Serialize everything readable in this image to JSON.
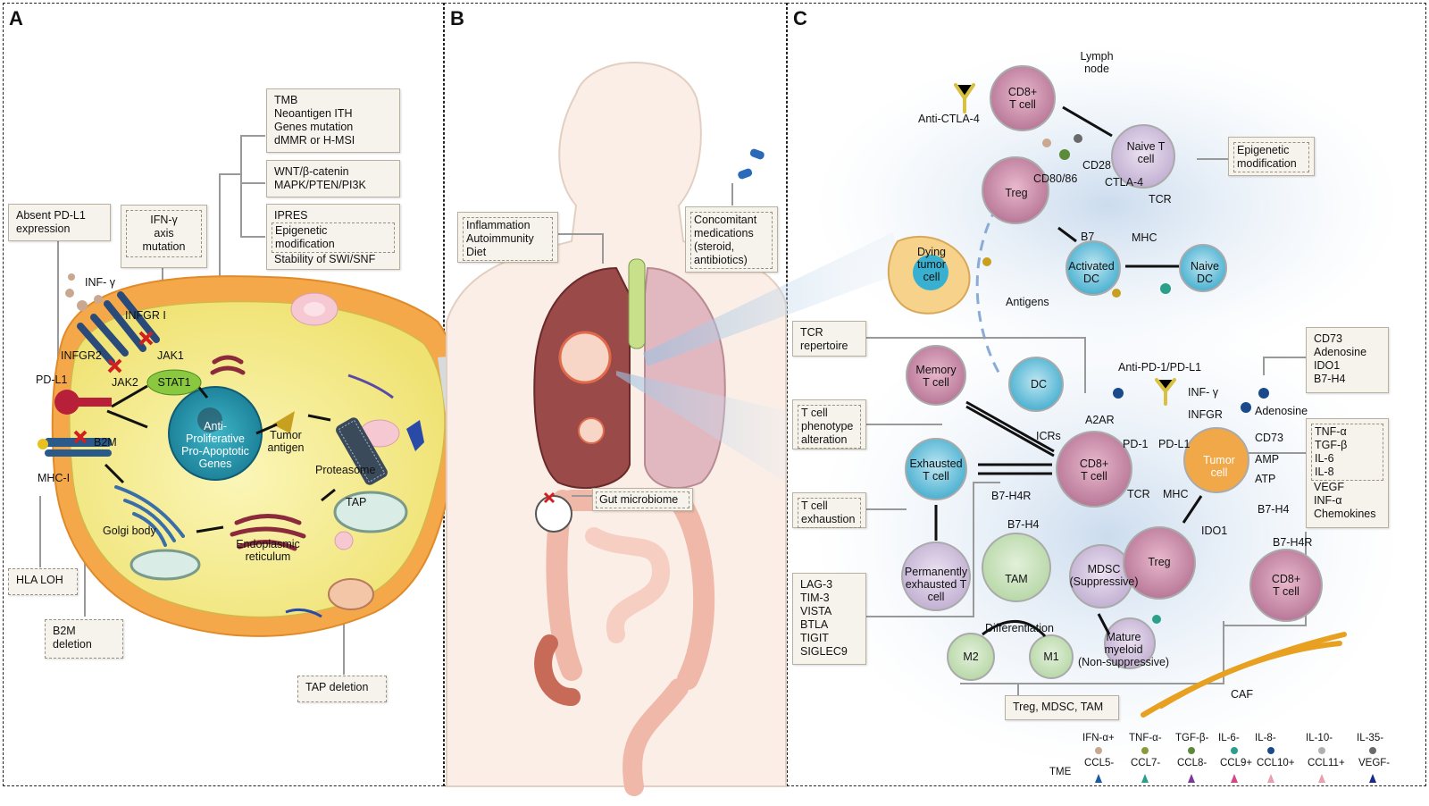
{
  "panels": {
    "a": "A",
    "b": "B",
    "c": "C"
  },
  "panelA": {
    "boxes": {
      "tmb": [
        "TMB",
        "Neoantigen ITH",
        "Genes mutation",
        "dMMR or H-MSI"
      ],
      "wnt": [
        "WNT/β-catenin",
        "MAPK/PTEN/PI3K"
      ],
      "ipres": "IPRES",
      "epigenetic": [
        "Epigenetic",
        "modification"
      ],
      "swi": "Stability of SWI/SNF",
      "absent_pdl1": [
        "Absent PD-L1",
        "expression"
      ],
      "ifn_axis": [
        "IFN-γ",
        "axis",
        "mutation"
      ],
      "hla_loh": "HLA LOH",
      "b2m_deletion": [
        "B2M",
        "deletion"
      ],
      "tap_deletion": "TAP deletion"
    },
    "labels": {
      "inf_gamma": "INF- γ",
      "infgr1": "INFGR I",
      "infgr2": "INFGR2",
      "jak1": "JAK1",
      "jak2": "JAK2",
      "stat1": "STAT1",
      "pdl1": "PD-L1",
      "b2m": "B2M",
      "mhc1": "MHC-I",
      "nucleus": [
        "Anti-",
        "Proliferative",
        "Pro-Apoptotic",
        "Genes"
      ],
      "tumor_antigen": [
        "Tumor",
        "antigen"
      ],
      "proteasome": "Proteasome",
      "tap": "TAP",
      "golgi": "Golgi body",
      "er": [
        "Endoplasmic",
        "reticulum"
      ]
    }
  },
  "panelB": {
    "boxes": {
      "inflammation": [
        "Inflammation",
        "Autoimmunity",
        "Diet"
      ],
      "medications": [
        "Concomitant",
        "medications",
        "(steroid,",
        "antibiotics)"
      ],
      "gut": "Gut microbiome"
    }
  },
  "panelC": {
    "boxes": {
      "epigenetic": [
        "Epigenetic",
        "modification"
      ],
      "tcr_rep": [
        "TCR",
        "repertoire"
      ],
      "cd73": [
        "CD73",
        "Adenosine",
        "IDO1",
        "B7-H4"
      ],
      "tcell_pheno": [
        "T cell",
        "phenotype",
        "alteration"
      ],
      "tnf": [
        "TNF-α",
        "TGF-β",
        "IL-6",
        "IL-8"
      ],
      "vegf": [
        "VEGF",
        "INF-α",
        "Chemokines"
      ],
      "tcell_exh": [
        "T cell",
        "exhaustion"
      ],
      "icrs": [
        "LAG-3",
        "TIM-3",
        "VISTA",
        "BTLA",
        "TIGIT",
        "SIGLEC9"
      ],
      "treg_mdsc": "Treg, MDSC, TAM"
    },
    "cells": {
      "cd8_top": [
        "CD8+",
        "T cell"
      ],
      "naive_t": [
        "Naive T",
        "cell"
      ],
      "treg_top": "Treg",
      "dying_tumor": [
        "Dying",
        "tumor",
        "cell"
      ],
      "activated_dc": [
        "Activated",
        "DC"
      ],
      "naive_dc": [
        "Naive",
        "DC"
      ],
      "memory_t": [
        "Memory",
        "T cell"
      ],
      "dc": "DC",
      "exhausted_t": [
        "Exhausted",
        "T cell"
      ],
      "perm_exhausted": [
        "Permanently",
        "exhausted T",
        "cell"
      ],
      "cd8_center": [
        "CD8+",
        "T cell"
      ],
      "tumor_cell": [
        "Tumor",
        "cell"
      ],
      "tam": "TAM",
      "mdsc": [
        "MDSC",
        "(Suppressive)"
      ],
      "treg_bottom": "Treg",
      "cd8_right": [
        "CD8+",
        "T cell"
      ],
      "m2": "M2",
      "m1": "M1",
      "mature_myeloid": [
        "Mature",
        "myeloid",
        "(Non-suppressive)"
      ]
    },
    "labels": {
      "lymph_node": [
        "Lymph",
        "node"
      ],
      "anti_ctla4": "Anti-CTLA-4",
      "cd28": "CD28",
      "cd80": "CD80/86",
      "ctla4": "CTLA-4",
      "tcr_top": "TCR",
      "b7": "B7",
      "mhc_top": "MHC",
      "antigens": "Antigens",
      "anti_pd1": "Anti-PD-1/PD-L1",
      "inf_gamma": "INF- γ",
      "infgr": "INFGR",
      "a2ar": "A2AR",
      "adenosine": "Adenosine",
      "cd73": "CD73",
      "amp": "AMP",
      "atp": "ATP",
      "pd1": "PD-1",
      "pdl1": "PD-L1",
      "icrs": "ICRs",
      "b7h4r_left": "B7-H4R",
      "tcr_center": "TCR",
      "mhc_center": "MHC",
      "b7h4_left": "B7-H4",
      "b7h4_right": "B7-H4",
      "ido1": "IDO1",
      "b7h4r_right": "B7-H4R",
      "differentiation": "Differentiation",
      "caf": "CAF"
    },
    "legend": {
      "row1": [
        "IFN-α+",
        "TNF-α-",
        "TGF-β-",
        "IL-6-",
        "IL-8-",
        "IL-10-",
        "IL-35-"
      ],
      "tme": "TME",
      "row2": [
        "CCL5-",
        "CCL7-",
        "CCL8-",
        "CCL9+",
        "CCL10+",
        "CCL11+",
        "VEGF-"
      ],
      "dot_colors": [
        "#c8a890",
        "#8a9a3a",
        "#5a8a3a",
        "#2aa08a",
        "#1a4a8a",
        "#b0b0b0",
        "#6a6a6a"
      ],
      "tri_colors": [
        "#1a5aa0",
        "#2aa08a",
        "#7a3a9a",
        "#d04a8a",
        "#e8a0b0",
        "#e8a0b0",
        "#1a2a8a"
      ]
    }
  }
}
